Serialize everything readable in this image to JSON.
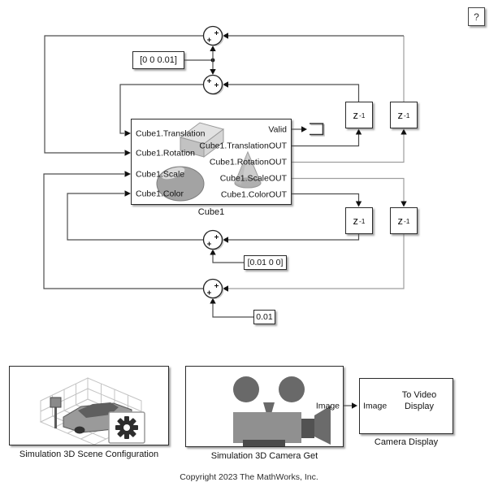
{
  "help": {
    "label": "?"
  },
  "constants": {
    "translation": "[0 0 0.01]",
    "color": "[0.01 0 0]",
    "scale": "0.01"
  },
  "delay": {
    "base": "z",
    "exp": "-1"
  },
  "cube1": {
    "name": "Cube1",
    "inputs": [
      "Cube1.Translation",
      "Cube1.Rotation",
      "Cube1.Scale",
      "Cube1.Color"
    ],
    "outputs": [
      "Valid",
      "Cube1.TranslationOUT",
      "Cube1.RotationOUT",
      "Cube1.ScaleOUT",
      "Cube1.ColorOUT"
    ]
  },
  "scene_config": {
    "label": "Simulation 3D Scene Configuration"
  },
  "camera_get": {
    "label": "Simulation 3D Camera Get",
    "output_port": "Image"
  },
  "camera_display": {
    "label": "Camera Display",
    "input_port": "Image",
    "content": "To Video Display"
  },
  "footer": {
    "copyright": "Copyright 2023 The MathWorks, Inc."
  }
}
